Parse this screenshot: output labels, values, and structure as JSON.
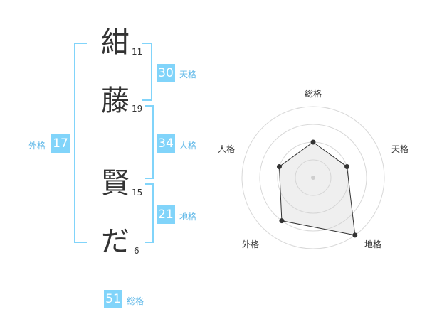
{
  "name": {
    "chars": [
      {
        "char": "紺",
        "strokes": "11"
      },
      {
        "char": "藤",
        "strokes": "19"
      },
      {
        "char": "賢",
        "strokes": "15"
      },
      {
        "char": "だ",
        "strokes": "6"
      }
    ]
  },
  "kaku": {
    "tenkaku": {
      "value": "30",
      "label": "天格"
    },
    "jinkaku": {
      "value": "34",
      "label": "人格"
    },
    "chikaku": {
      "value": "21",
      "label": "地格"
    },
    "gaikaku": {
      "value": "17",
      "label": "外格"
    },
    "soukaku": {
      "value": "51",
      "label": "総格"
    }
  },
  "colors": {
    "accent": "#81d4fa",
    "accent_text": "#5fb8e8",
    "text": "#333333"
  },
  "chart_data": {
    "type": "radar",
    "axes": [
      "総格",
      "天格",
      "地格",
      "外格",
      "人格"
    ],
    "values": [
      0.5,
      0.5,
      1.0,
      0.75,
      0.5
    ],
    "rings": 4,
    "max": 1.0
  }
}
